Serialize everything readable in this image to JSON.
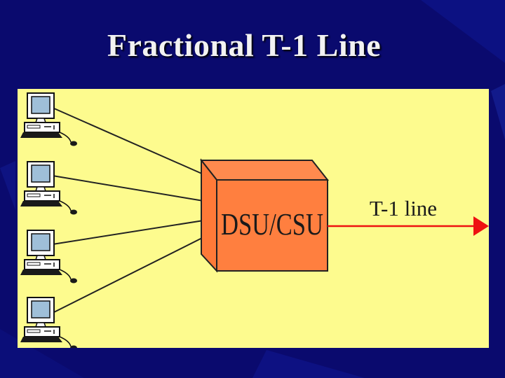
{
  "slide": {
    "title": "Fractional T-1 Line",
    "background_color": "#0a0a6e",
    "panel_color": "#fdfb8e"
  },
  "diagram": {
    "device_label": "DSU/CSU",
    "device_color": "#ff7f3f",
    "link_label": "T-1 line",
    "link_color": "#ee1111",
    "computers": [
      {
        "icon": "desktop-computer-icon"
      },
      {
        "icon": "desktop-computer-icon"
      },
      {
        "icon": "desktop-computer-icon"
      },
      {
        "icon": "desktop-computer-icon"
      }
    ]
  }
}
